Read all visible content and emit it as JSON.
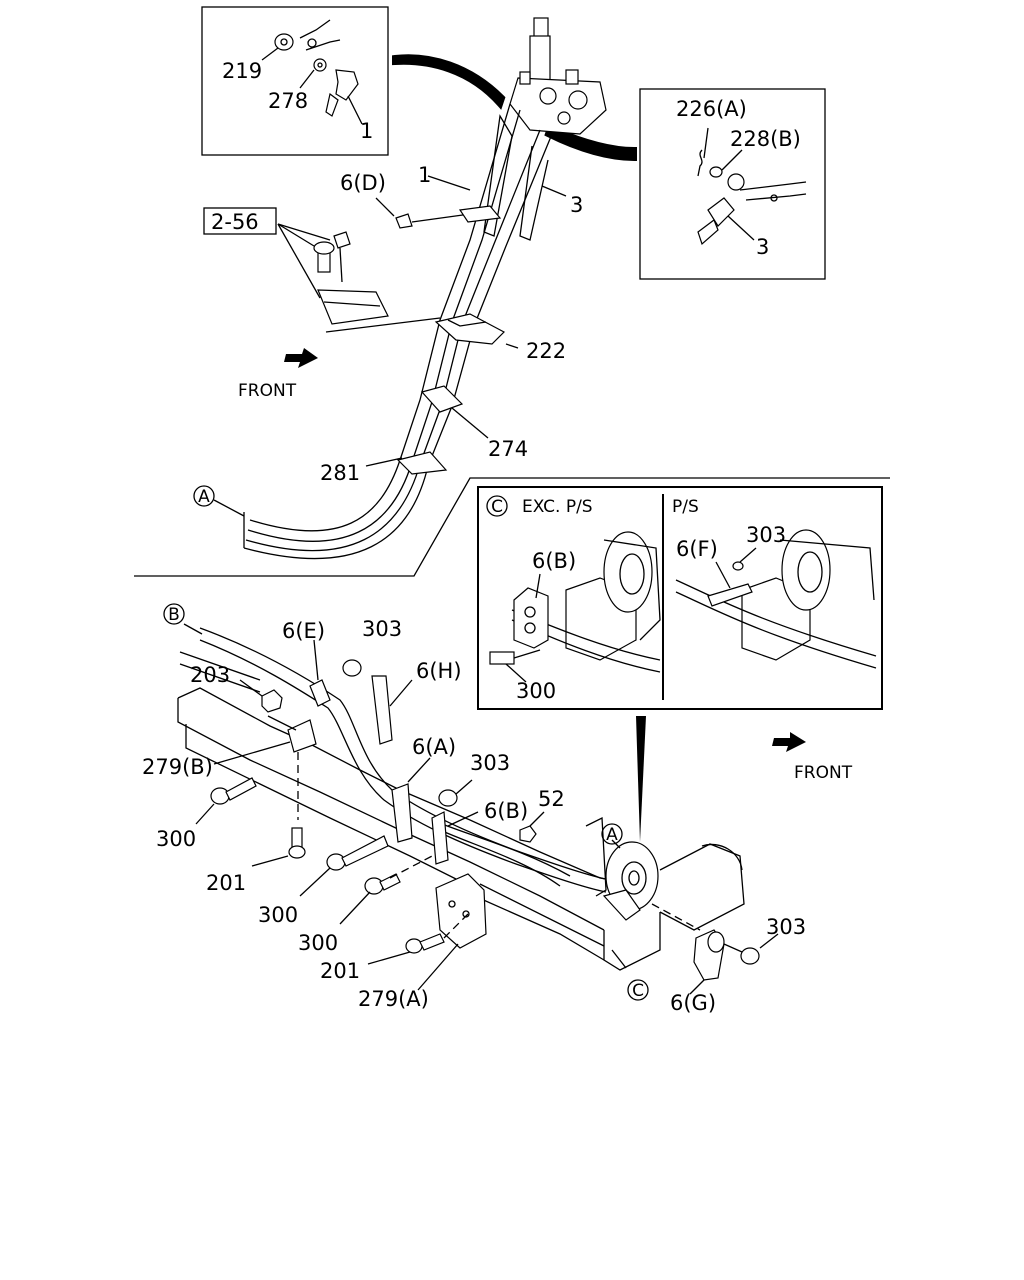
{
  "callouts": {
    "c219": "219",
    "c278": "278",
    "c1_inset": "1",
    "c1": "1",
    "c3": "3",
    "c6d": "6(D)",
    "c226a": "226(A)",
    "c228b": "228(B)",
    "c3_inset": "3",
    "c2_56": "2-56",
    "c222": "222",
    "c274": "274",
    "c281": "281",
    "c6e": "6(E)",
    "c303_a": "303",
    "c6h": "6(H)",
    "c203": "203",
    "c279b": "279(B)",
    "c300_a": "300",
    "c6a": "6(A)",
    "c303_b": "303",
    "c6b_main": "6(B)",
    "c52": "52",
    "c201_a": "201",
    "c300_b": "300",
    "c300_c": "300",
    "c201_b": "201",
    "c279a": "279(A)",
    "c303_c": "303",
    "c6g": "6(G)",
    "c6b_detail": "6(B)",
    "c300_detail": "300",
    "c6f": "6(F)",
    "c303_detail": "303"
  },
  "markers": {
    "a": "A",
    "b": "B",
    "c": "C"
  },
  "front_labels": {
    "upper": "FRONT",
    "lower": "FRONT"
  },
  "detail_panel": {
    "left_title": "EXC. P/S",
    "right_title": "P/S"
  },
  "icons": {
    "front_arrow": "arrow-icon",
    "circle_marker": "circle-letter-icon"
  }
}
